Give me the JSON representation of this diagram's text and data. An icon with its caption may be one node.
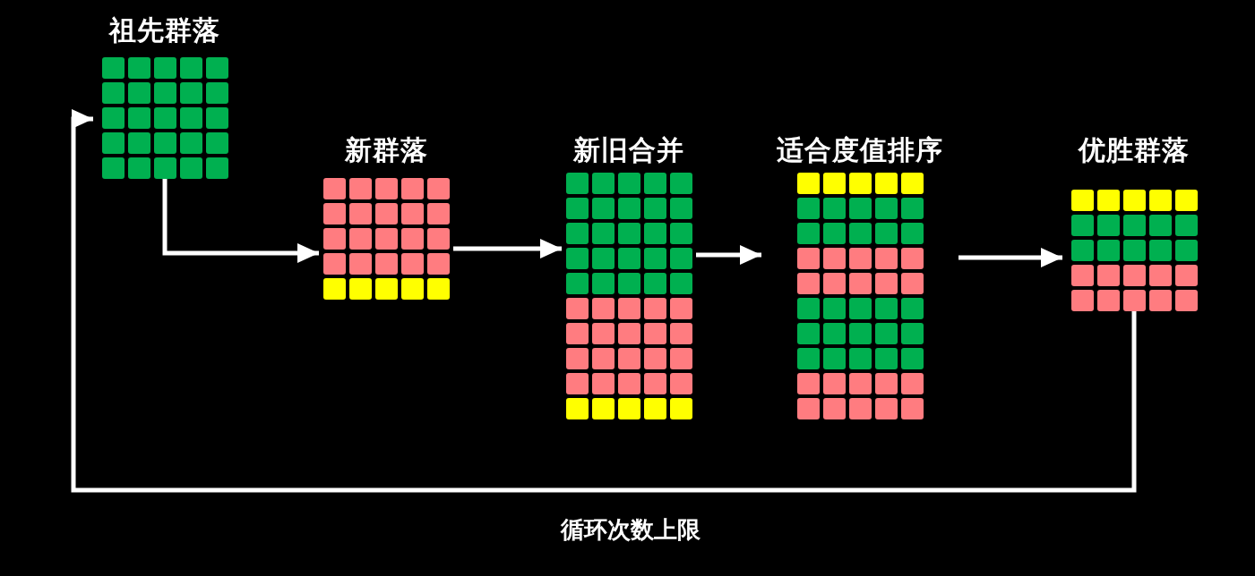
{
  "diagram": {
    "nodes": [
      {
        "text": [
          "祖先群落"
        ]
      },
      {
        "text": [
          "新群落"
        ]
      },
      {
        "text": [
          "新旧合并"
        ]
      },
      {
        "text": [
          "适合度值排序"
        ]
      },
      {
        "text": [
          "优胜群落"
        ]
      }
    ],
    "edges": [
      {
        "from": 0,
        "to": 1,
        "arrow": "to"
      },
      {
        "from": 1,
        "to": 2,
        "arrow": "to"
      },
      {
        "from": 2,
        "to": 3,
        "arrow": "to"
      },
      {
        "from": 3,
        "to": 4,
        "arrow": "to"
      },
      {
        "from": 4,
        "to": 0,
        "arrow": "to",
        "label": "循环次数上限"
      }
    ]
  }
}
